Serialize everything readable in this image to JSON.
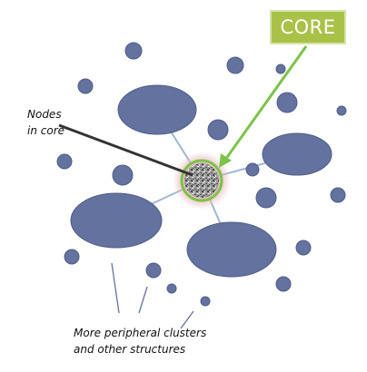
{
  "labels": {
    "core": "CORE",
    "nodes_in_core": [
      "Nodes",
      "in core"
    ],
    "peripheral": [
      "More peripheral clusters",
      "and other structures"
    ]
  },
  "colors": {
    "node_fill": "#6472a0",
    "node_stroke": "#4f5c87",
    "edge": "#9fb8d0",
    "core_glow": "#e6b8b8",
    "core_ring": "#7dc24a",
    "core_label_bg": "#a8c248",
    "arrow": "#7dc24a",
    "pointer": "#333333"
  },
  "icons": {
    "core_texture": "speckled-granite-circle"
  }
}
